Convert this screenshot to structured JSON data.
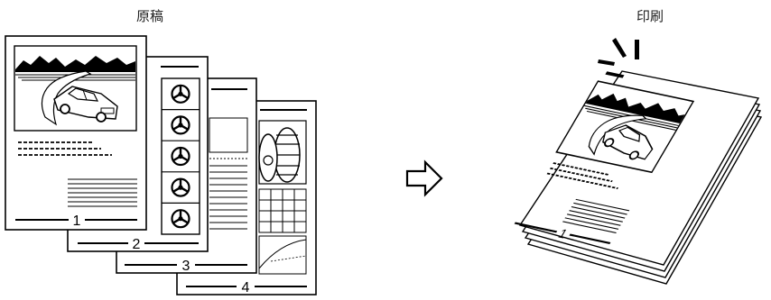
{
  "labels": {
    "original": "原稿",
    "printed": "印刷"
  },
  "page_numbers": [
    "1",
    "2",
    "3",
    "4"
  ],
  "printed_page_number": "1",
  "colors": {
    "ink": "#000000",
    "paper": "#ffffff"
  },
  "icons": {
    "arrow": "hollow-right-arrow-icon",
    "gear": "steering-wheel-icon",
    "burst": "impact-burst-icon"
  }
}
